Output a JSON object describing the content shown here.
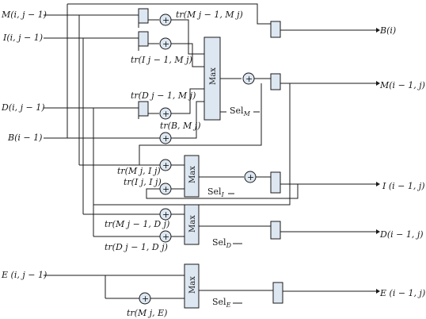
{
  "inputs": {
    "m": "M(i, j − 1)",
    "i": "I(i, j − 1)",
    "d": "D(i, j − 1)",
    "b": "B(i − 1)",
    "e": "E (i, j − 1)"
  },
  "outputs": {
    "b": "B(i)",
    "m": "M(i − 1, j)",
    "i": "I (i − 1, j)",
    "d": "D(i − 1, j)",
    "e": "E (i − 1, j)"
  },
  "transitions": {
    "mm": "tr(M j − 1, M j)",
    "im": "tr(I j − 1, M j)",
    "dm": "tr(D j − 1, M j)",
    "bm": "tr(B, M j)",
    "mi": "tr(M j, I j)",
    "ii": "tr(I j, I j)",
    "md": "tr(M j − 1, D j)",
    "dd": "tr(D j − 1, D j)",
    "me": "tr(M j, E)"
  },
  "selectors": {
    "m": "Sel",
    "m_sub": "M",
    "i": "Sel",
    "i_sub": "I",
    "d": "Sel",
    "d_sub": "D",
    "e": "Sel",
    "e_sub": "E"
  },
  "max_label": "Max",
  "plus_symbol": "+"
}
